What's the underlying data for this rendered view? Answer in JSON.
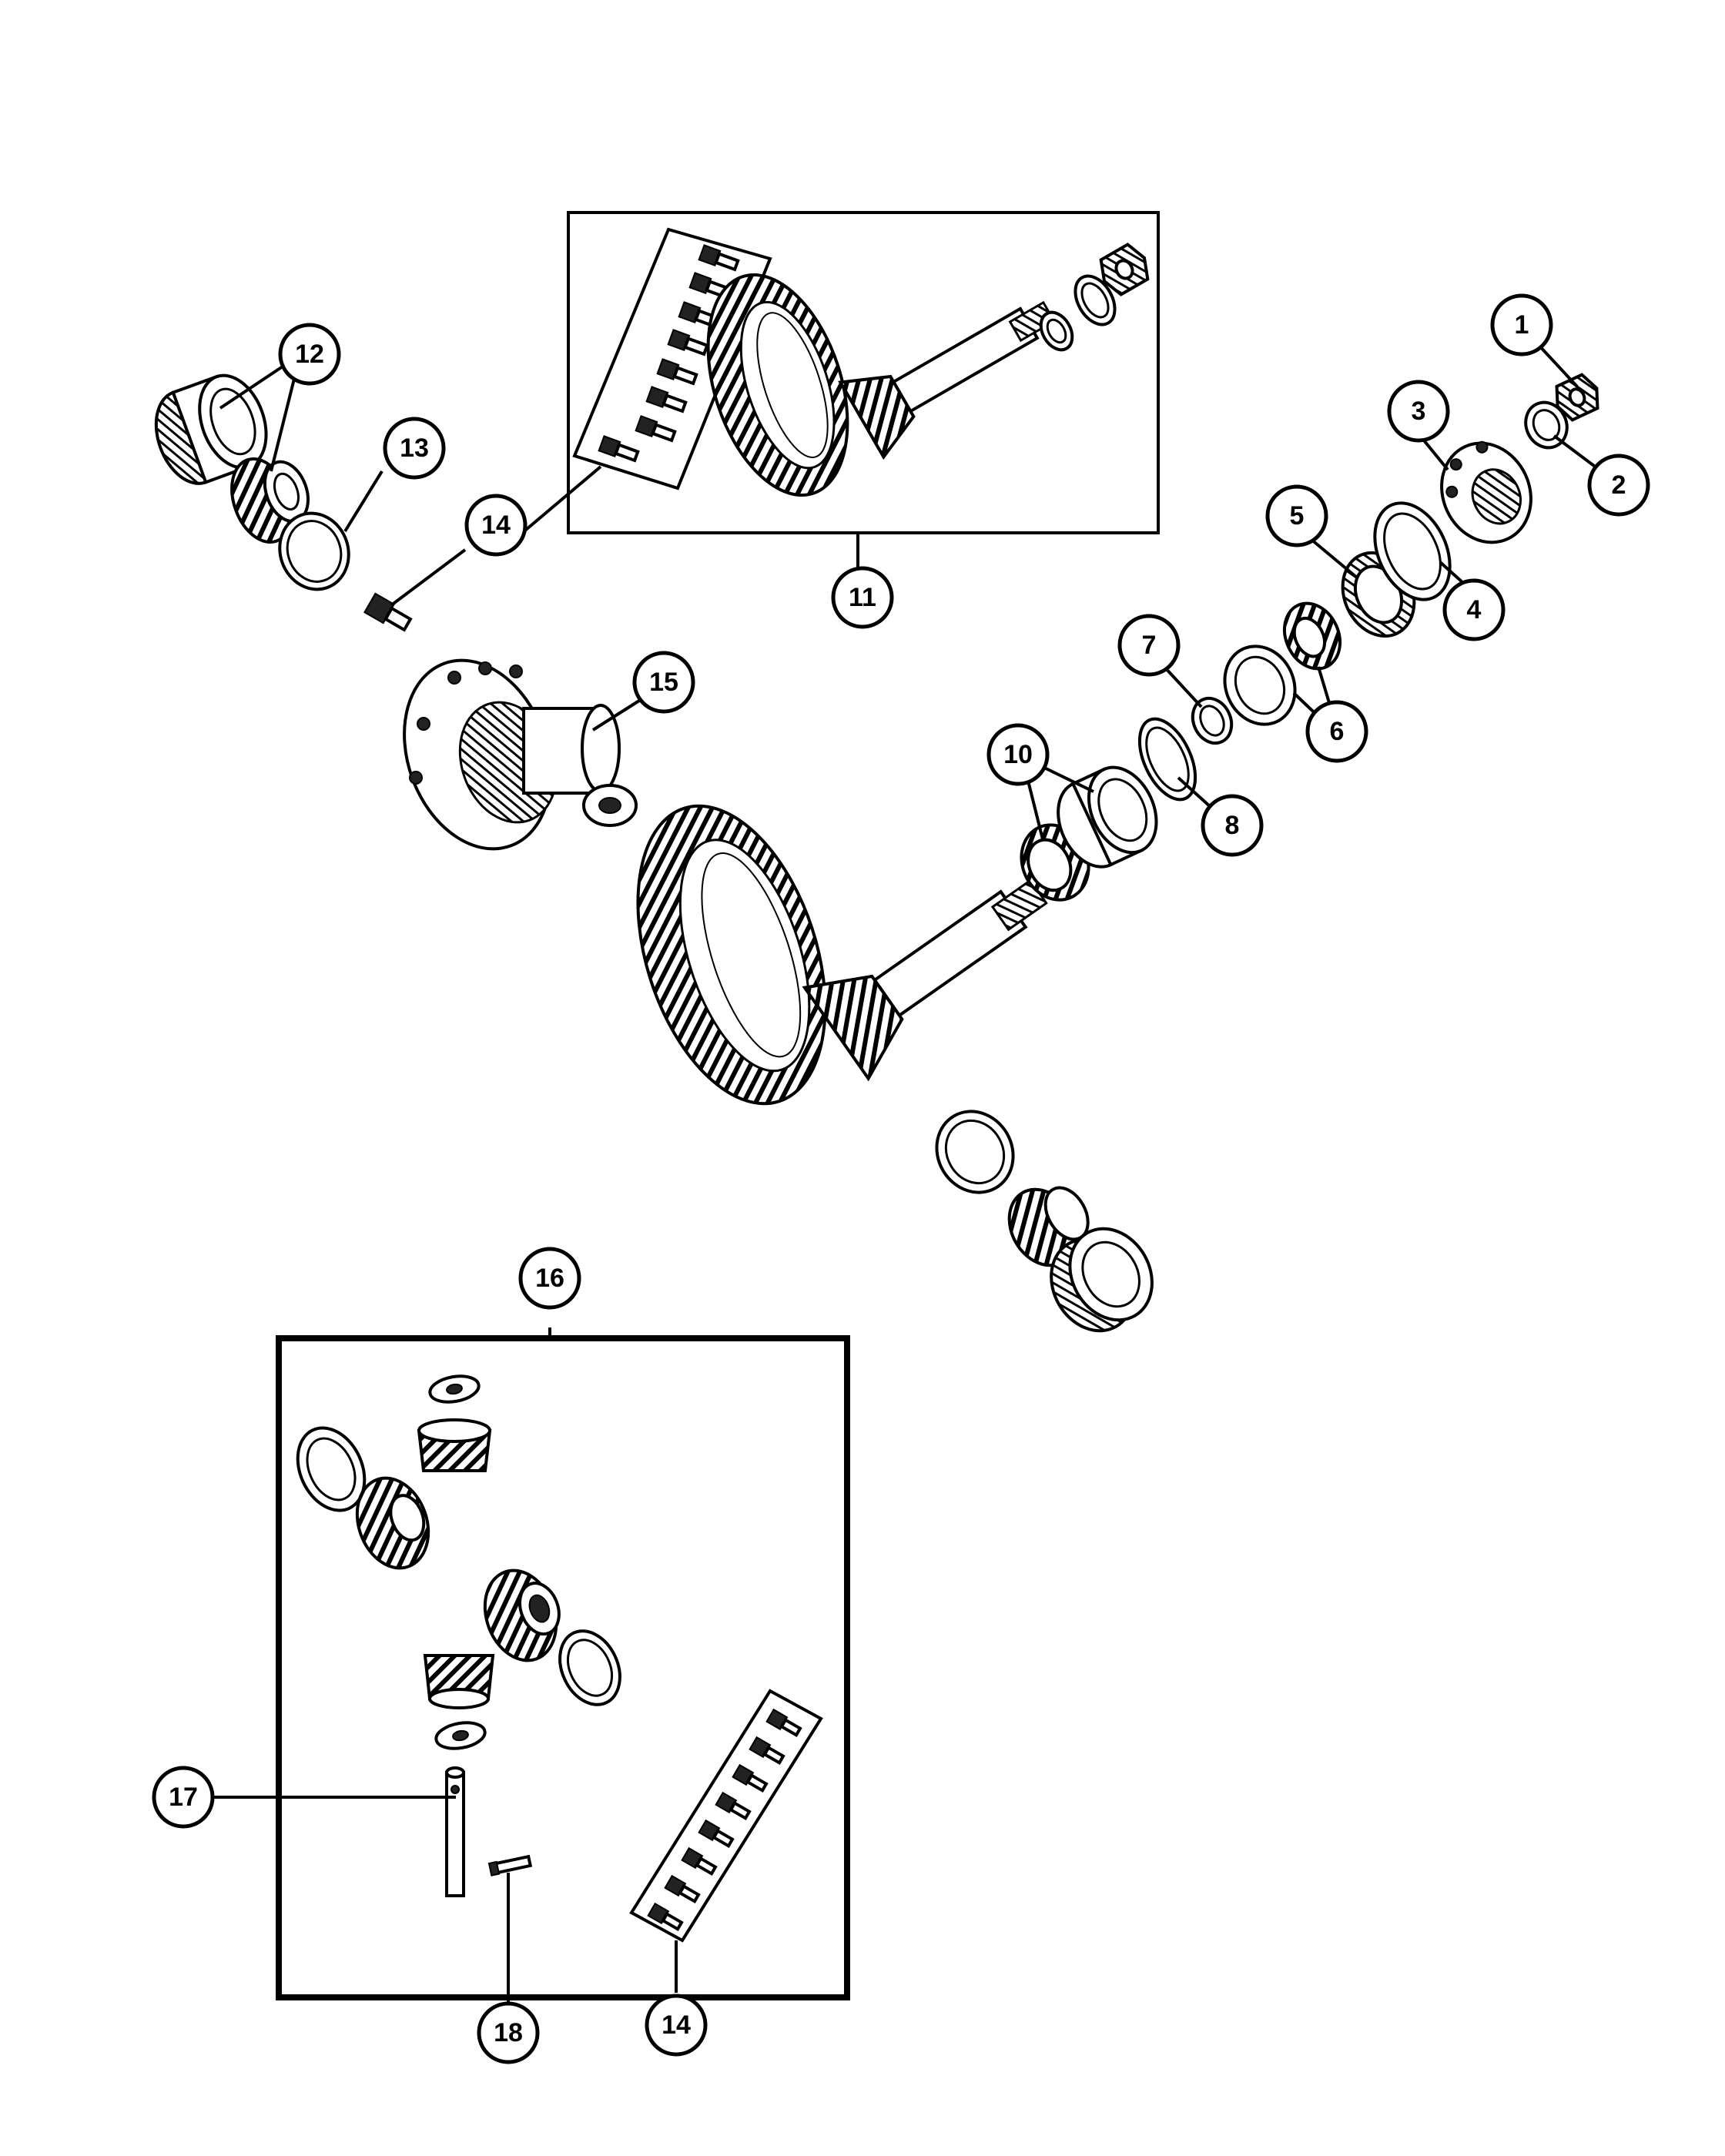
{
  "callouts": [
    {
      "label": "1"
    },
    {
      "label": "2"
    },
    {
      "label": "3"
    },
    {
      "label": "4"
    },
    {
      "label": "5"
    },
    {
      "label": "6"
    },
    {
      "label": "7"
    },
    {
      "label": "8"
    },
    {
      "label": "10"
    },
    {
      "label": "11"
    },
    {
      "label": "12"
    },
    {
      "label": "13"
    },
    {
      "label": "14"
    },
    {
      "label": "15"
    },
    {
      "label": "16"
    },
    {
      "label": "17"
    },
    {
      "label": "18"
    },
    {
      "label": "14"
    }
  ]
}
